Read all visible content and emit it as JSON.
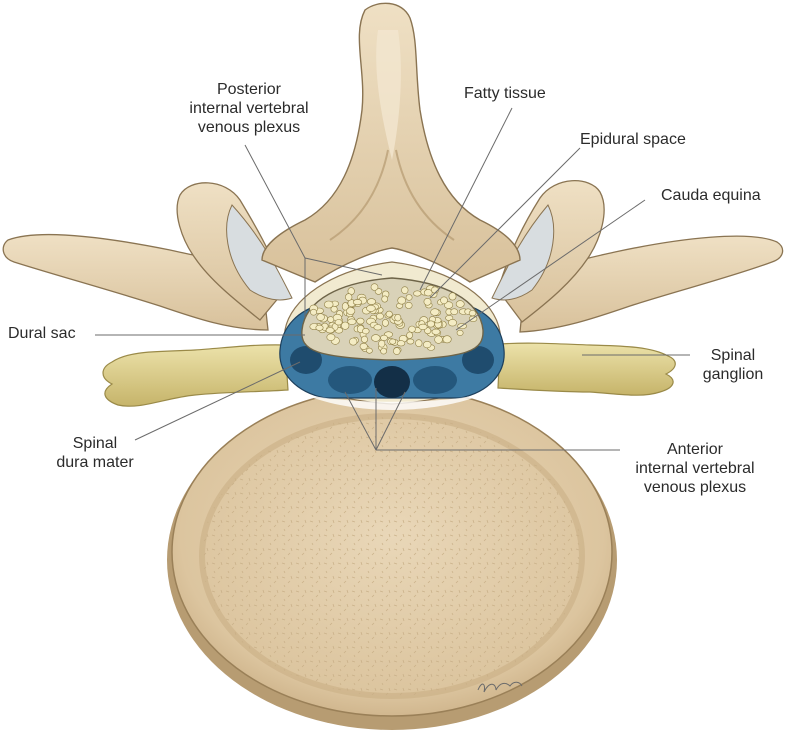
{
  "colors": {
    "bone": "#e6d3b3",
    "bone_light": "#efe1c6",
    "bone_shadow": "#c2a67d",
    "bone_outline": "#8a7452",
    "ganglion": "#e3d79a",
    "ganglion_shadow": "#b9a860",
    "veins": "#2f6b93",
    "veins_dark": "#1d3f5c",
    "fat": "#f3e8a8",
    "nerve_roots": "#f4ecc4",
    "dura": "#d9d2b8",
    "leader": "#6b6b6b",
    "label_text": "#2b2b2b"
  },
  "labels": {
    "posterior_plexus": [
      "Posterior",
      "internal vertebral",
      "venous plexus"
    ],
    "fatty_tissue": [
      "Fatty tissue"
    ],
    "epidural_space": [
      "Epidural space"
    ],
    "cauda_equina": [
      "Cauda equina"
    ],
    "dural_sac": [
      "Dural sac"
    ],
    "spinal_ganglion": [
      "Spinal",
      "ganglion"
    ],
    "spinal_dura_mater": [
      "Spinal",
      "dura mater"
    ],
    "anterior_plexus": [
      "Anterior",
      "internal vertebral",
      "venous plexus"
    ]
  }
}
